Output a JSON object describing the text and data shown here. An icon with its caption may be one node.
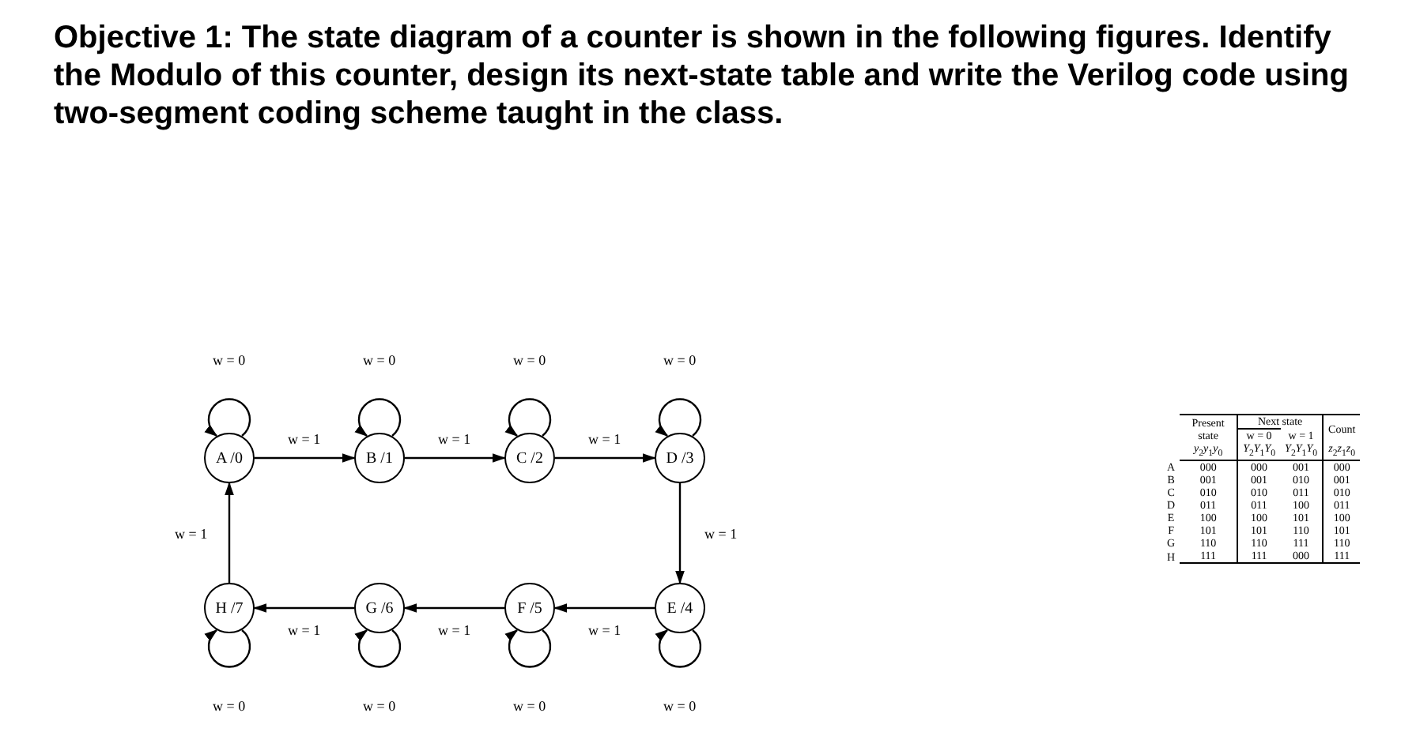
{
  "diagram": {
    "title": "Objective 1: The state diagram of a counter is shown in the following figures. Identify the Modulo of this counter, design its next-state table and write the Verilog code using two-segment coding scheme taught in the class.",
    "nodes": [
      {
        "text": [
          "A /0"
        ]
      },
      {
        "text": [
          "B /1"
        ]
      },
      {
        "text": [
          "C /2"
        ]
      },
      {
        "text": [
          "D /3"
        ]
      },
      {
        "text": [
          "E /4"
        ]
      },
      {
        "text": [
          "F /5"
        ]
      },
      {
        "text": [
          "G /6"
        ]
      },
      {
        "text": [
          "H /7"
        ]
      }
    ],
    "edges": [
      {
        "from": 0,
        "to": 0,
        "arrow": "to",
        "label": "w = 0"
      },
      {
        "from": 1,
        "to": 1,
        "arrow": "to",
        "label": "w = 0"
      },
      {
        "from": 2,
        "to": 2,
        "arrow": "to",
        "label": "w = 0"
      },
      {
        "from": 3,
        "to": 3,
        "arrow": "to",
        "label": "w = 0"
      },
      {
        "from": 0,
        "to": 1,
        "arrow": "to",
        "label": "w = 1"
      },
      {
        "from": 1,
        "to": 2,
        "arrow": "to",
        "label": "w = 1"
      },
      {
        "from": 2,
        "to": 3,
        "arrow": "to",
        "label": "w = 1"
      },
      {
        "from": 7,
        "to": 0,
        "arrow": "to",
        "label": "w = 1"
      },
      {
        "from": 3,
        "to": 4,
        "arrow": "to",
        "label": "w = 1"
      },
      {
        "from": 6,
        "to": 7,
        "arrow": "to",
        "label": "w = 1"
      },
      {
        "from": 5,
        "to": 6,
        "arrow": "to",
        "label": "w = 1"
      },
      {
        "from": 4,
        "to": 5,
        "arrow": "to",
        "label": "w = 1"
      },
      {
        "from": 7,
        "to": 7,
        "arrow": "to",
        "label": "w = 0"
      },
      {
        "from": 6,
        "to": 6,
        "arrow": "to",
        "label": "w = 0"
      },
      {
        "from": 5,
        "to": 5,
        "arrow": "to",
        "label": "w = 0"
      },
      {
        "from": 4,
        "to": 4,
        "arrow": "to",
        "label": "w = 0"
      }
    ],
    "labels": [
      "Present state",
      "Next state",
      "Count",
      "w = 0",
      "w = 1",
      "*y*$_{2}$*y*$_{1}$*y*$_{0}$",
      "*Y*$_{2}$*Y*$_{1}$*Y*$_{0}$",
      "*Y*$_{2}$*Y*$_{1}$*Y*$_{0}$",
      "*z*$_{2}$*z*$_{1}$*z*$_{0}$",
      "A",
      "000",
      "000",
      "001",
      "000",
      "B",
      "001",
      "001",
      "010",
      "001",
      "C",
      "010",
      "010",
      "011",
      "010",
      "D",
      "011",
      "011",
      "100",
      "011",
      "E",
      "100",
      "100",
      "101",
      "100",
      "F",
      "101",
      "101",
      "110",
      "101",
      "G",
      "110",
      "110",
      "111",
      "110",
      "H",
      "111",
      "111",
      "000",
      "111"
    ]
  }
}
